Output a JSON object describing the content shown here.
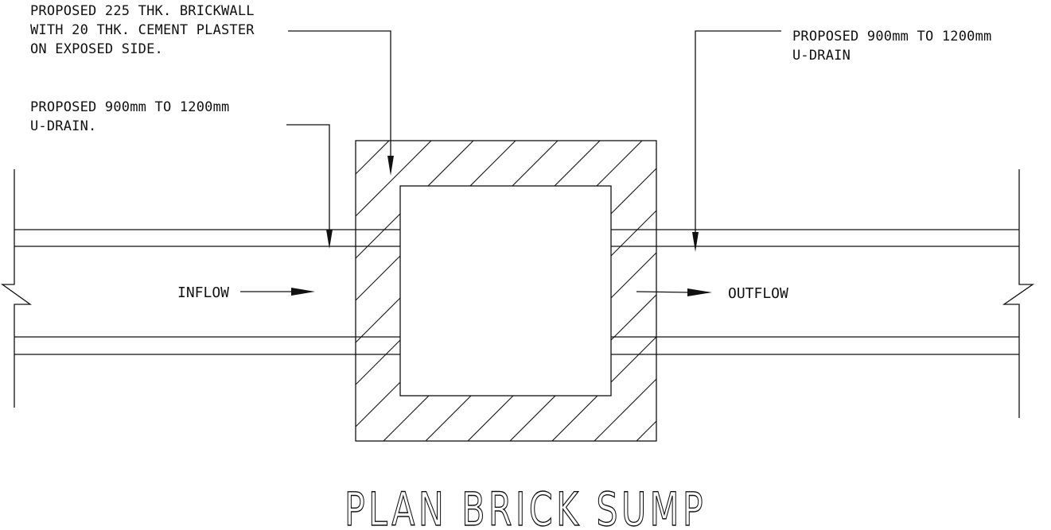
{
  "title": "PLAN BRICK SUMP",
  "notes": {
    "brickwall": [
      "PROPOSED 225 THK. BRICKWALL",
      "WITH 20 THK. CEMENT PLASTER",
      "ON EXPOSED SIDE."
    ],
    "drain_left": [
      "PROPOSED 900mm TO 1200mm",
      "U-DRAIN."
    ],
    "drain_right": [
      "PROPOSED 900mm TO 1200mm",
      "U-DRAIN"
    ]
  },
  "flow": {
    "inflow": "INFLOW",
    "outflow": "OUTFLOW"
  }
}
